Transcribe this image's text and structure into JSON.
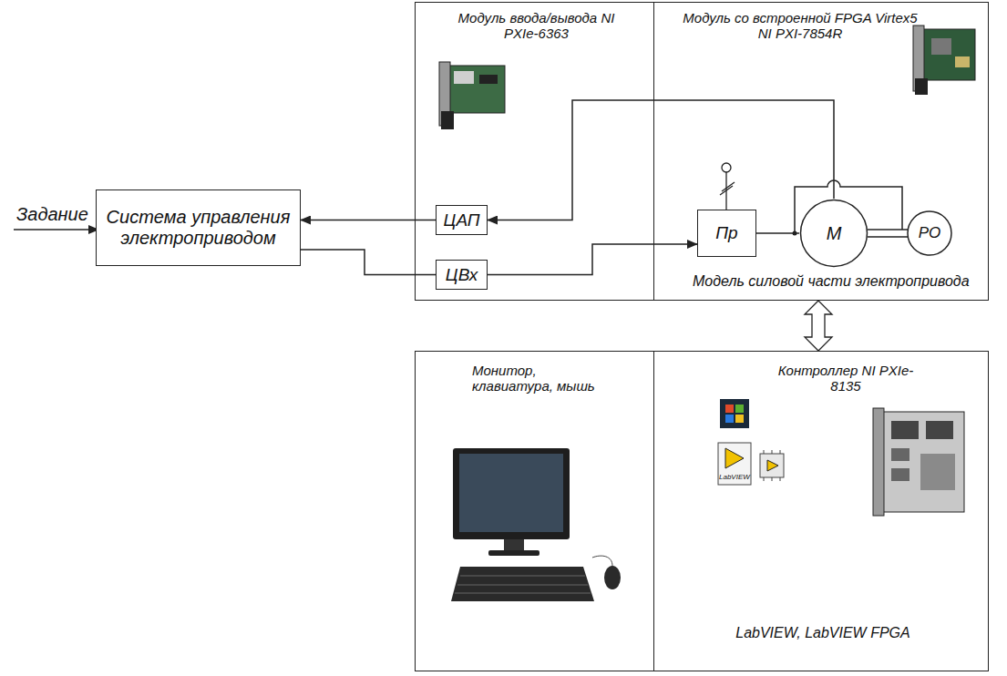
{
  "diagram": {
    "nodes": [
      {
        "text": [
          "Система управления электроприводом"
        ]
      },
      {
        "text": [
          "Модуль ввода/вывода NI PXIe-6363"
        ]
      },
      {
        "text": [
          "ЦАП"
        ],
        "in": 1
      },
      {
        "text": [
          "ЦВх"
        ],
        "in": 1
      },
      {
        "text": [
          "Модуль со встроенной FPGA Virtex5 NI PXI-7854R"
        ]
      },
      {
        "text": [
          "Пр"
        ],
        "in": 4
      },
      {
        "text": [
          "М"
        ],
        "in": 4
      },
      {
        "text": [
          "РО"
        ],
        "in": 4
      },
      {
        "text": [
          "Монитор, клавиатура, мышь"
        ]
      },
      {
        "text": [
          "Контроллер NI PXIe-8135",
          "LabVIEW, LabVIEW FPGA"
        ]
      }
    ],
    "edges": [
      {
        "from": 6,
        "to": 2,
        "arrow": "to"
      },
      {
        "from": 2,
        "to": 0,
        "arrow": "to"
      },
      {
        "from": 0,
        "to": 3,
        "arrow": "none"
      },
      {
        "from": 3,
        "to": 5,
        "arrow": "to"
      },
      {
        "from": 5,
        "to": 6,
        "arrow": "none"
      },
      {
        "from": 6,
        "to": 7,
        "arrow": "none"
      },
      {
        "from": 4,
        "to": 9,
        "arrow": "both"
      }
    ],
    "labels": [
      "Задание",
      "Модель силовой части электропривода",
      "LabVIEW"
    ]
  }
}
